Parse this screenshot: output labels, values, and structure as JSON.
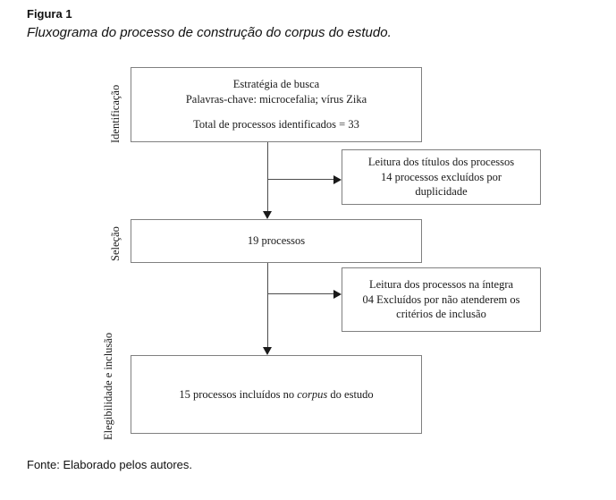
{
  "figure": {
    "label": "Figura 1",
    "caption": "Fluxograma do processo de construção do corpus do estudo.",
    "source": "Fonte: Elaborado pelos autores."
  },
  "stages": [
    {
      "id": "identification",
      "label": "Identificação"
    },
    {
      "id": "selection",
      "label": "Seleção"
    },
    {
      "id": "eligibility",
      "label": "Elegibilidade e inclusão"
    }
  ],
  "boxes": {
    "identification": {
      "line1": "Estratégia de busca",
      "line2": "Palavras-chave: microcefalia; vírus Zika",
      "line3": "Total de processos identificados = 33"
    },
    "exclusion_duplicates": {
      "line1": "Leitura dos títulos dos processos",
      "line2": "14 processos excluídos por",
      "line3": "duplicidade"
    },
    "selection": {
      "line1": "19 processos"
    },
    "exclusion_criteria": {
      "line1": "Leitura dos processos na íntegra",
      "line2": "04 Excluídos por não atenderem os",
      "line3": "critérios de inclusão"
    },
    "inclusion": {
      "prefix": "15 processos incluídos no ",
      "emphasis": "corpus",
      "suffix": " do estudo"
    }
  },
  "colors": {
    "box_border": "#808080",
    "connector": "#4d4d4d",
    "arrow": "#1a1a1a",
    "text": "#1a1a1a",
    "caption_text": "#111111",
    "background": "#ffffff"
  }
}
